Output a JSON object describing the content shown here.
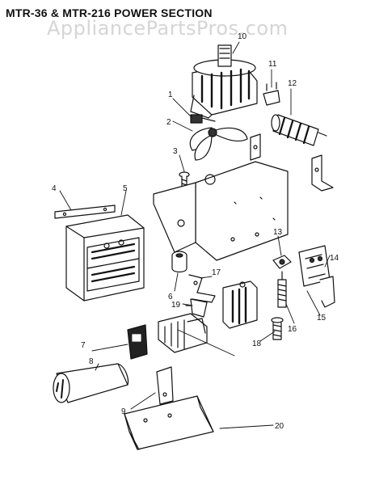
{
  "title": "MTR-36 & MTR-216 POWER SECTION",
  "watermark": "AppliancePartsPros.com",
  "callouts": {
    "c1": "1",
    "c2": "2",
    "c3": "3",
    "c4": "4",
    "c5": "5",
    "c6": "6",
    "c7": "7",
    "c8": "8",
    "c9": "9",
    "c10": "10",
    "c11": "11",
    "c12": "12",
    "c13": "13",
    "c14": "14",
    "c15": "15",
    "c16": "16",
    "c17": "17",
    "c18": "18",
    "c19": "19",
    "c20": "20"
  },
  "colors": {
    "ink": "#111111",
    "watermark": "#d5d5d5"
  }
}
